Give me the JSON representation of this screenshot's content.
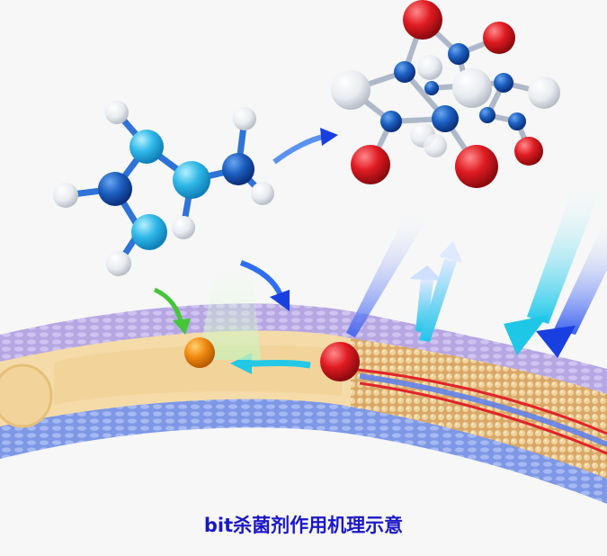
{
  "caption": "bit杀菌剂作用机理示意",
  "colors": {
    "background": "#f6f7f6",
    "caption": "#1a17c8",
    "atom_dark_blue": "#1c5fc0",
    "atom_light_blue": "#2fb8e8",
    "atom_red": "#e01b22",
    "atom_white": "#eef0f4",
    "membrane_outer": "#b8a9e0",
    "membrane_inner": "#7f9be8",
    "cytoplasm": "#f5dba8",
    "granule": "#e9c48a",
    "orange_particle": "#f08a12",
    "arrow_green": "#43c63a",
    "arrow_cyan": "#1fc7e6",
    "arrow_blue": "#1a3fe0"
  },
  "elements": {
    "small_molecule": "bit-molecule",
    "large_molecule": "target-molecule",
    "cell_wall": "bacterial-cell-wall",
    "red_particle": "active-agent-particle",
    "orange_particle": "product-particle"
  }
}
